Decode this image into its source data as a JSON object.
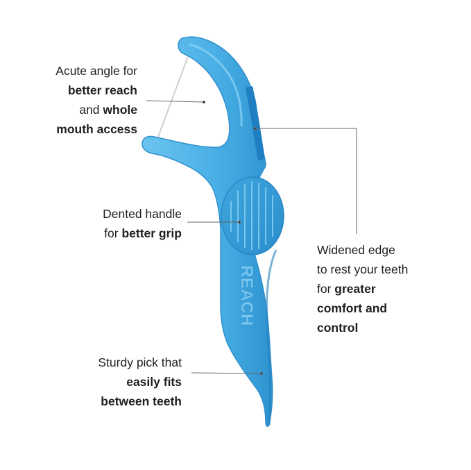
{
  "product": {
    "brand_emboss": "REACH",
    "colors": {
      "body": "#4FB3E8",
      "body_dark": "#2F8FCB",
      "edge": "#1E7DBF",
      "floss": "#d9d9d9",
      "leader_line": "#555555"
    }
  },
  "callouts": {
    "acute": {
      "line1": "Acute angle for",
      "line2_bold": "better reach",
      "line3_pre": "and ",
      "line3_bold": "whole",
      "line4_bold": "mouth access"
    },
    "dented": {
      "line1": "Dented handle",
      "line2_pre": "for ",
      "line2_bold": "better grip"
    },
    "widened": {
      "line1": "Widened edge",
      "line2": "to rest your teeth",
      "line3_pre": "for ",
      "line3_bold": "greater",
      "line4_bold": "comfort and",
      "line5_bold": "control"
    },
    "sturdy": {
      "line1": "Sturdy pick that",
      "line2_bold": "easily fits",
      "line3_bold": "between teeth"
    }
  }
}
